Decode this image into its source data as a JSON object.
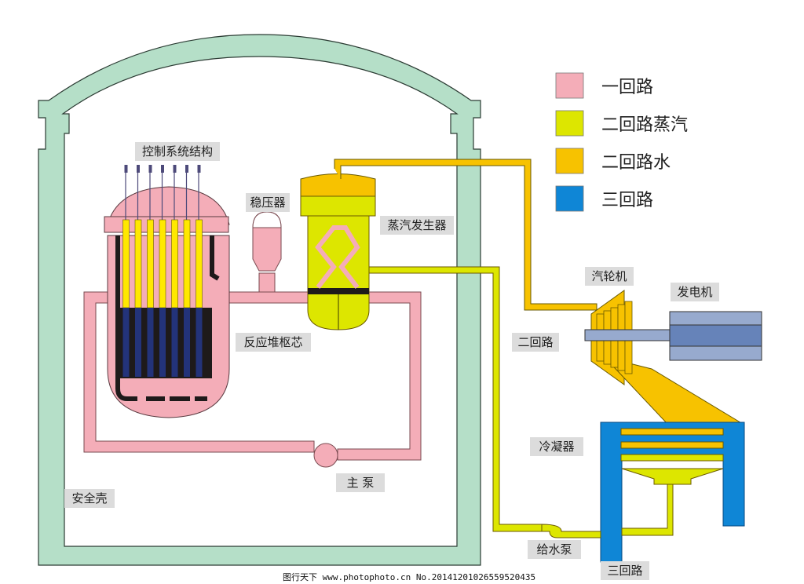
{
  "title": "压水堆核电站示意图",
  "colors": {
    "primary_loop": "#f4adb8",
    "secondary_steam": "#dde600",
    "secondary_water": "#f7c200",
    "tertiary_loop": "#0f86d6",
    "containment": "#b5dfc8",
    "generator": "#97aace",
    "generator_core": "#6683b9",
    "fuel": "#23337a",
    "control_rod": "#ffe800",
    "callout_bg": "#dcdcdc"
  },
  "legend": [
    {
      "label": "一回路",
      "color": "#f4adb8"
    },
    {
      "label": "二回路蒸汽",
      "color": "#dde600"
    },
    {
      "label": "二回路水",
      "color": "#f7c200"
    },
    {
      "label": "三回路",
      "color": "#0f86d6"
    }
  ],
  "labels": {
    "control_system": "控制系统结构",
    "pressurizer": "稳压器",
    "steam_generator": "蒸汽发生器",
    "reactor_core": "反应堆枢芯",
    "main_pump": "主 泵",
    "containment": "安全壳",
    "secondary_loop": "二回路",
    "turbine": "汽轮机",
    "generator": "发电机",
    "condenser": "冷凝器",
    "feedwater_pump": "给水泵",
    "tertiary_loop": "三回路"
  },
  "footer": {
    "site": "图行天下",
    "url": "www.photophoto.cn",
    "number": "No.20141201026559520435"
  }
}
